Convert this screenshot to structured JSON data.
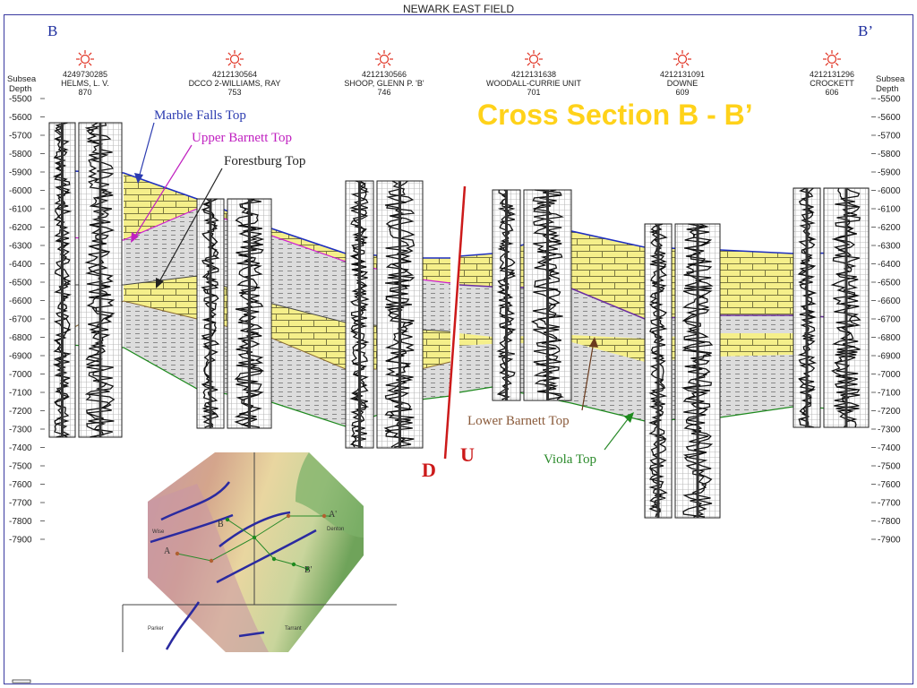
{
  "page_title": "NEWARK EAST FIELD",
  "section_ends": {
    "left": "B",
    "right": "B’"
  },
  "cross_section_title": "Cross Section B - B’",
  "depth_axis": {
    "label_line1": "Subsea",
    "label_line2": "Depth",
    "ticks": [
      "-5500",
      "-5600",
      "-5700",
      "-5800",
      "-5900",
      "-6000",
      "-6100",
      "-6200",
      "-6300",
      "-6400",
      "-6500",
      "-6600",
      "-6700",
      "-6800",
      "-6900",
      "-7000",
      "-7100",
      "-7200",
      "-7300",
      "-7400",
      "-7500",
      "-7600",
      "-7700",
      "-7800",
      "-7900"
    ]
  },
  "wells": [
    {
      "api": "4249730285",
      "name": "HELMS, L. V.",
      "elevation": "870",
      "icon": "well-symbol-icon"
    },
    {
      "api": "4212130564",
      "name": "DCCO 2-WILLIAMS, RAY",
      "elevation": "753",
      "icon": "well-symbol-icon"
    },
    {
      "api": "4212130566",
      "name": "SHOOP, GLENN P. 'B'",
      "elevation": "746",
      "icon": "well-symbol-icon"
    },
    {
      "api": "4212131638",
      "name": "WOODALL-CURRIE UNIT",
      "elevation": "701",
      "icon": "well-symbol-icon"
    },
    {
      "api": "4212131091",
      "name": "DOWNE",
      "elevation": "609",
      "icon": "well-symbol-icon"
    },
    {
      "api": "4212131296",
      "name": "CROCKETT",
      "elevation": "606",
      "icon": "well-symbol-icon"
    }
  ],
  "formation_labels": {
    "marble_falls_top": "Marble Falls Top",
    "upper_barnett_top": "Upper Barnett Top",
    "forestburg_top": "Forestburg Top",
    "lower_barnett_top": "Lower Barnett Top",
    "viola_top": "Viola Top"
  },
  "fault": {
    "down_label": "D",
    "up_label": "U"
  },
  "inset_map": {
    "labels": {
      "b": "B",
      "a_prime": "A'",
      "a": "A",
      "b_prime": "B'",
      "wise": "Wise",
      "denton": "Denton",
      "parker": "Parker",
      "tarrant": "Tarrant"
    }
  },
  "colors": {
    "title_yellow": "#ffd21a",
    "limestone_fill": "#f5ef8a",
    "shale_fill": "#dcdcdc",
    "marble_falls": "#1f2fbf",
    "upper_barnett": "#d020d0",
    "forestburg": "#222222",
    "lower_barnett": "#6b3b1e",
    "viola": "#1e8a1e",
    "fault": "#cc1a1a",
    "label_brown": "#8a5a3a",
    "label_green": "#2a8a2a"
  }
}
